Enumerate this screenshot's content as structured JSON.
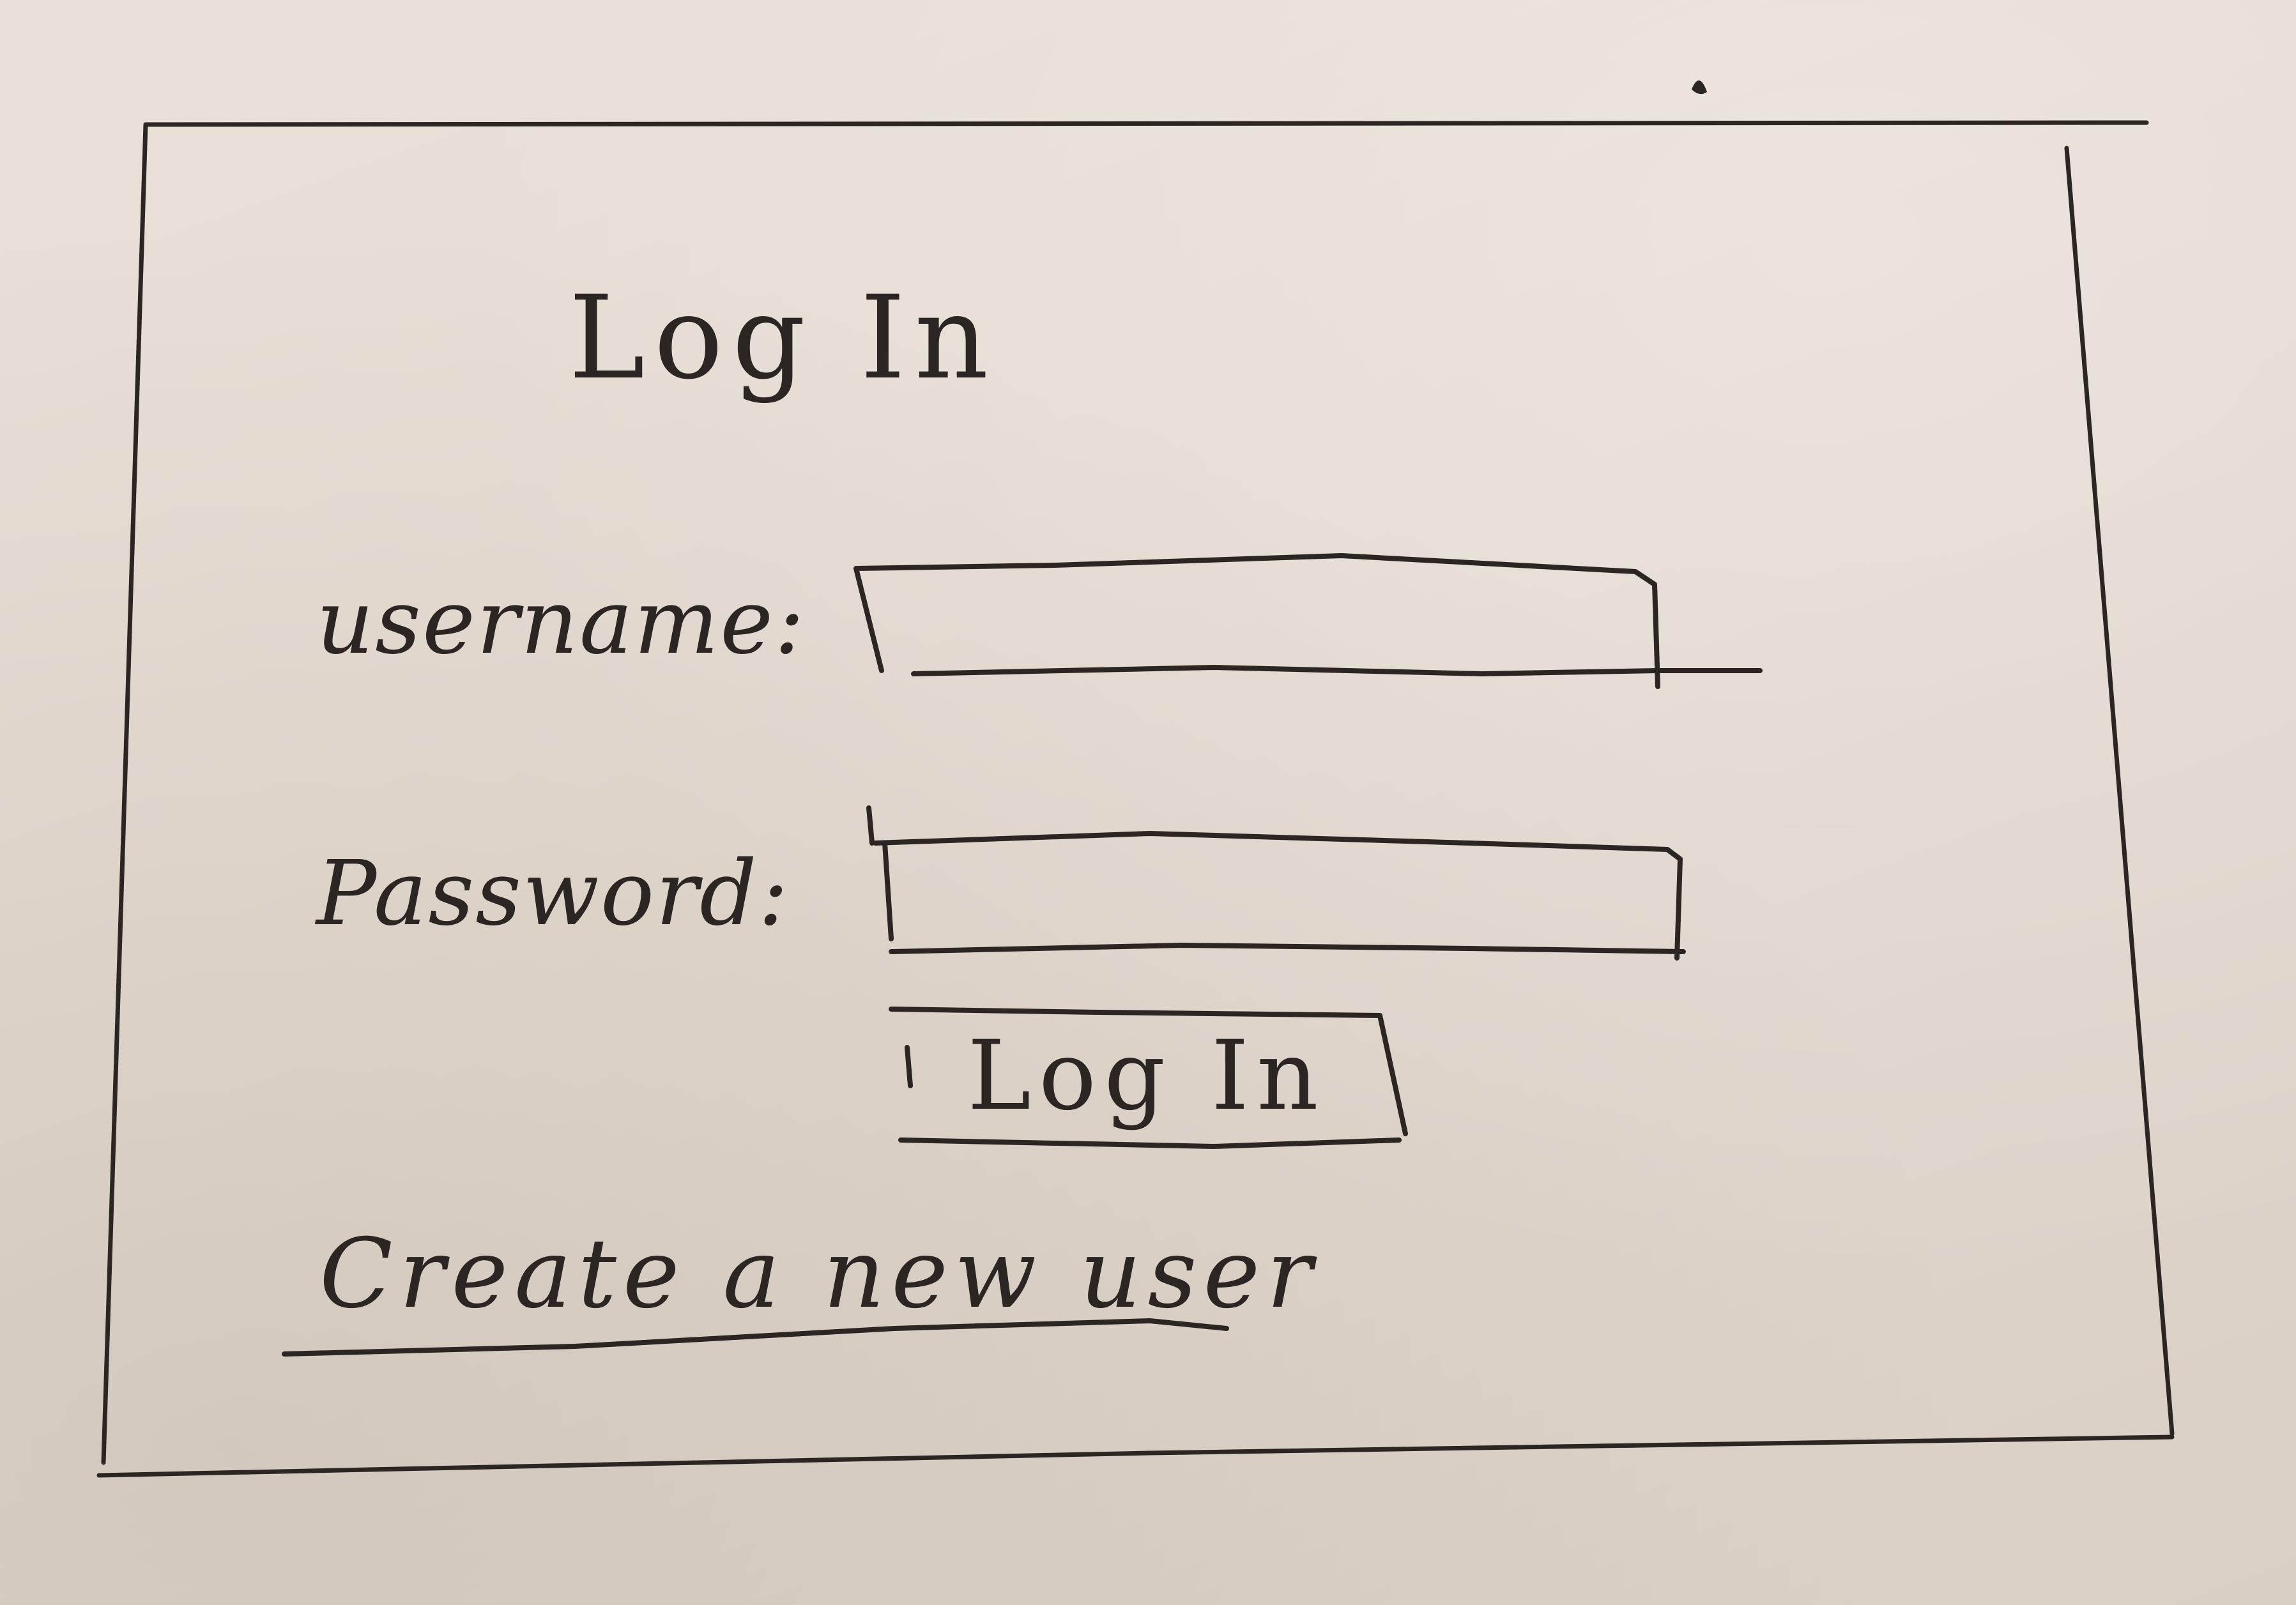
{
  "page": {
    "title": "Log In"
  },
  "form": {
    "username_label": "username:",
    "username_value": "",
    "password_label": "Password:",
    "password_value": "",
    "submit_label": "Log In"
  },
  "footer": {
    "create_user_link": "Create a new user"
  },
  "colors": {
    "paper": "#e6ded5",
    "ink": "#2b2523"
  }
}
